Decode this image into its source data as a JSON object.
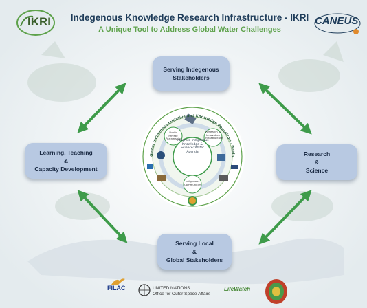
{
  "header": {
    "left_logo_text": "IKRI",
    "title": "Indegenous Knowledge Research Infrastructure - IKRI",
    "subtitle": "A Unique Tool to Address Global Water Challenges",
    "right_logo_text": "CANEUS"
  },
  "nodes": {
    "top": {
      "line1": "Serving Indegenous",
      "line2": "Stakeholders"
    },
    "left": {
      "line1": "Learning, Teaching",
      "line2": "&",
      "line3": "Capacity Development"
    },
    "right": {
      "line1": "Research",
      "line2": "&",
      "line3": "Science"
    },
    "bottom": {
      "line1": "Serving Local",
      "line2": "&",
      "line3": "Global Stakeholders"
    }
  },
  "hub": {
    "ring_text": "Global Indigenous Initiative and Knowledge Repository: Public-Private Partnership",
    "center_text": "Integrate Indigenous Knowledge & Science: Water Agenda",
    "bubble_left": "Public Private Partnership",
    "bubble_right": "Research & Innovation Infrastructure",
    "bubble_bottom": "Indigenous Communities"
  },
  "footer": {
    "filac": "FILAC",
    "unoosa_line1": "UNITED NATIONS",
    "unoosa_line2": "Office for Outer Space Affairs",
    "lifewatch": "LifeWatch"
  },
  "colors": {
    "node_fill": "#b8c9e2",
    "arrow_green": "#3e9b4a",
    "title_navy": "#1f3d5a",
    "subtitle_green": "#5ea24b"
  }
}
